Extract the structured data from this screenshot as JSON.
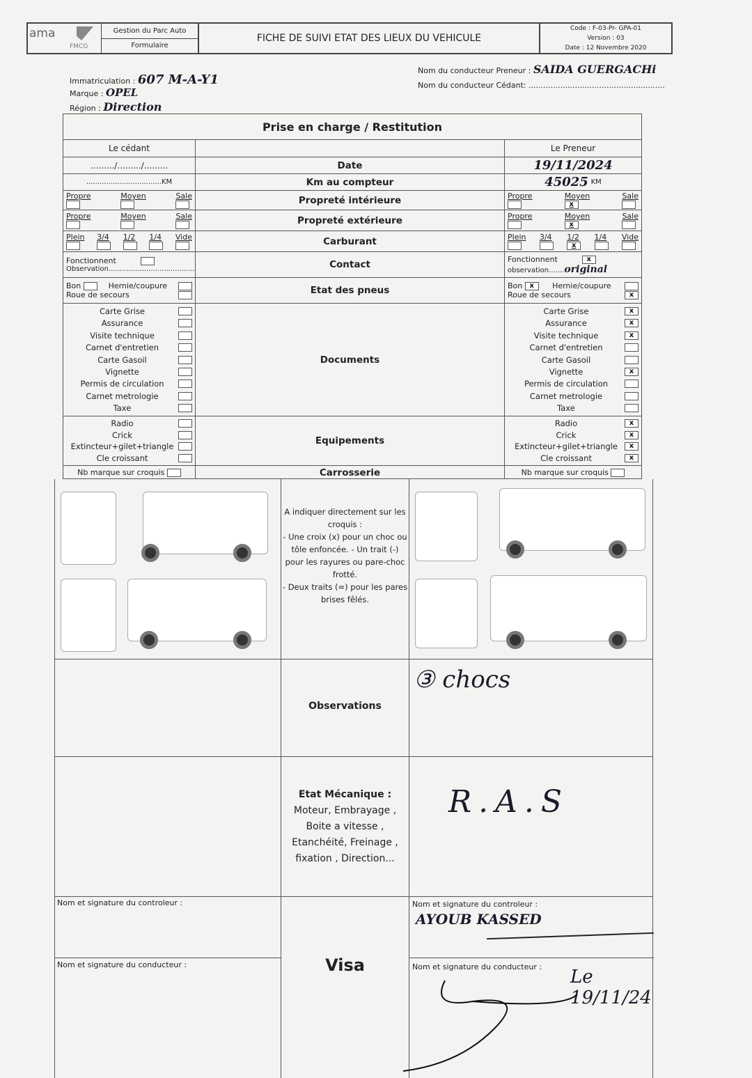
{
  "header": {
    "logo_text": "ama",
    "logo_sub": "FMCG",
    "dept": "Gestion du Parc Auto",
    "type": "Formulaire",
    "title": "FICHE DE SUIVI ETAT DES LIEUX DU VEHICULE",
    "code": "Code : F-03-Pr- GPA-01",
    "version": "Version : 03",
    "date": "Date : 12 Novembre 2020"
  },
  "vehicle": {
    "immat_label": "Immatriculation :",
    "immat": "607 M-A-Y1",
    "marque_label": "Marque :",
    "marque": "OPEL",
    "region_label": "Région :",
    "region": "Direction",
    "preneur_label": "Nom du conducteur Preneur :",
    "preneur": "SAIDA GUERGACHi",
    "cedant_label": "Nom du conducteur Cédant:",
    "cedant": "........................................................"
  },
  "table": {
    "title": "Prise en charge / Restitution",
    "cedant_head": "Le cédant",
    "preneur_head": "Le Preneur",
    "rows": {
      "date": "Date",
      "km": "Km au compteur",
      "prop_int": "Propreté intérieure",
      "prop_ext": "Propreté extérieure",
      "carburant": "Carburant",
      "contact": "Contact",
      "pneus": "Etat des pneus",
      "documents": "Documents",
      "equipements": "Equipements",
      "carrosserie": "Carrosserie"
    },
    "cedant_date": "........./........./.........",
    "cedant_km": "..................................KM",
    "preneur_date": "19/11/2024",
    "preneur_km": "45025",
    "km_unit": "KM",
    "proprete_opts": [
      "Propre",
      "Moyen",
      "Sale"
    ],
    "preneur_prop_int": "Moyen",
    "preneur_prop_ext": "Moyen",
    "fuel_opts": [
      "Plein",
      "3/4",
      "1/2",
      "1/4",
      "Vide"
    ],
    "preneur_fuel": "1/2",
    "contact_fonct": "Fonctionnent",
    "contact_obs_cedant": "Observation.......................................",
    "contact_obs_preneur_label": "observation.......",
    "contact_obs_preneur": "original",
    "pneus_bon": "Bon",
    "pneus_hernie": "Hernie/coupure",
    "pneus_roue": "Roue de secours",
    "documents": [
      "Carte Grise",
      "Assurance",
      "Visite technique",
      "Carnet d'entretien",
      "Carte Gasoil",
      "Vignette",
      "Permis de circulation",
      "Carnet metrologie",
      "Taxe"
    ],
    "documents_preneur_checked": [
      true,
      true,
      true,
      false,
      false,
      true,
      false,
      false,
      false
    ],
    "equipements": [
      "Radio",
      "Crick",
      "Extincteur+gilet+triangle",
      "Cle croissant"
    ],
    "equipements_preneur_checked": [
      true,
      true,
      true,
      true
    ],
    "nb_marque": "Nb marque sur croquis",
    "check_mark": "x"
  },
  "sketch": {
    "instructions": [
      "A indiquer directement sur les croquis :",
      "- Une croix (x) pour un choc ou tôle enfoncée.     - Un trait (-) pour les rayures ou pare-choc frotté.",
      "- Deux traits (=) pour les pares brises fêlés."
    ]
  },
  "observations": {
    "label": "Observations",
    "preneur": "③ chocs"
  },
  "mecanique": {
    "label": "Etat Mécanique  :",
    "detail": "Moteur, Embrayage , Boite a vitesse , Etanchéité, Freinage , fixation , Direction...",
    "preneur": "R.A.S"
  },
  "signatures": {
    "controleur_label": "Nom et signature du controleur :",
    "conducteur_label": "Nom et signature du conducteur :",
    "visa": "Visa",
    "controleur_preneur": "AYOUB KASSED",
    "conducteur_preneur_note": "Le 19/11/24"
  }
}
